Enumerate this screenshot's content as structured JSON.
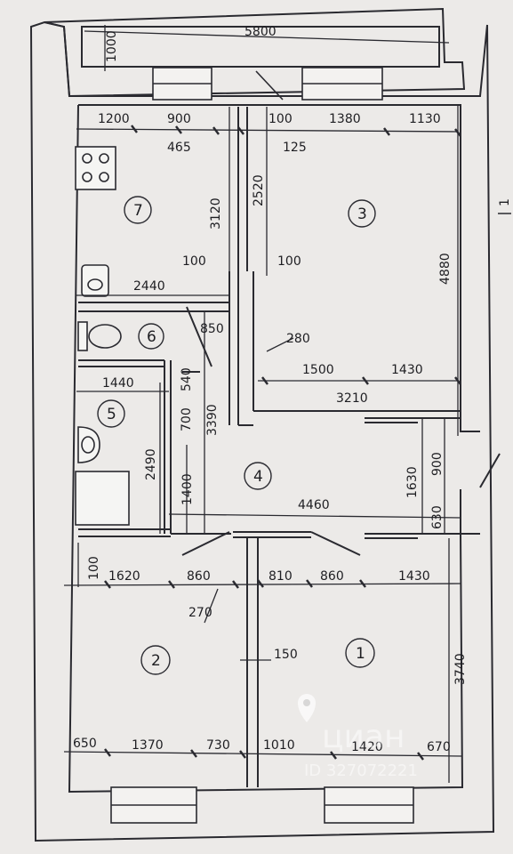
{
  "plan": {
    "rooms": [
      {
        "number": "1"
      },
      {
        "number": "2"
      },
      {
        "number": "3"
      },
      {
        "number": "4"
      },
      {
        "number": "5"
      },
      {
        "number": "6"
      },
      {
        "number": "7"
      }
    ],
    "dimensions": {
      "balcony_width": "5800",
      "balcony_depth": "1000",
      "top_1200": "1200",
      "top_900": "900",
      "top_100": "100",
      "top_1380": "1380",
      "top_1130": "1130",
      "d465": "465",
      "d125": "125",
      "d3120": "3120",
      "d2520": "2520",
      "d4880": "4880",
      "d100_left": "100",
      "d100_right": "100",
      "d2440": "2440",
      "d850": "850",
      "d280": "280",
      "d1500": "1500",
      "d1430_mid": "1430",
      "d3210": "3210",
      "d1440": "1440",
      "d540": "540",
      "d700": "700",
      "d3390": "3390",
      "d2490": "2490",
      "d1400": "1400",
      "d4460": "4460",
      "d1630": "1630",
      "d900_right": "900",
      "d630": "630",
      "d100_low": "100",
      "d1620": "1620",
      "d860_left": "860",
      "d810": "810",
      "d860_right": "860",
      "d1430_low": "1430",
      "d270": "270",
      "d150": "150",
      "d3740": "3740",
      "b650": "650",
      "b1370": "1370",
      "b730": "730",
      "b1010": "1010",
      "b1420": "1420",
      "b670": "670"
    },
    "section_mark": "1",
    "watermark": {
      "brand": "циан",
      "id_text": "ID 327072221"
    }
  }
}
